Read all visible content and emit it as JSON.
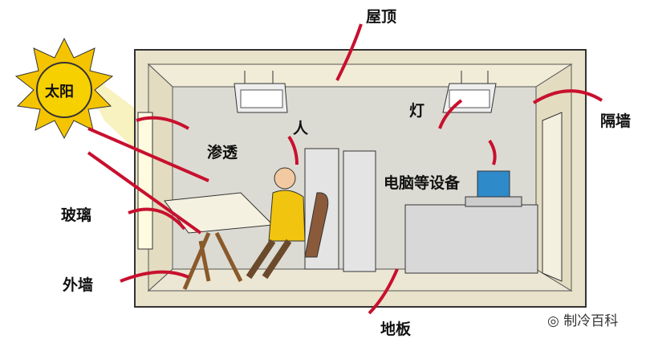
{
  "labels": {
    "roof": "屋顶",
    "sun": "太阳",
    "infiltration": "渗透",
    "person": "人",
    "lamp": "灯",
    "partition": "隔墙",
    "equipment": "电脑等设备",
    "glass": "玻璃",
    "outer_wall": "外墙",
    "floor": "地板"
  },
  "watermark": "制冷百科",
  "colors": {
    "arrow": "#c8102e",
    "sun": "#f5c400",
    "wall": "#e8e1c8",
    "back_wall": "#dcdcd4"
  }
}
